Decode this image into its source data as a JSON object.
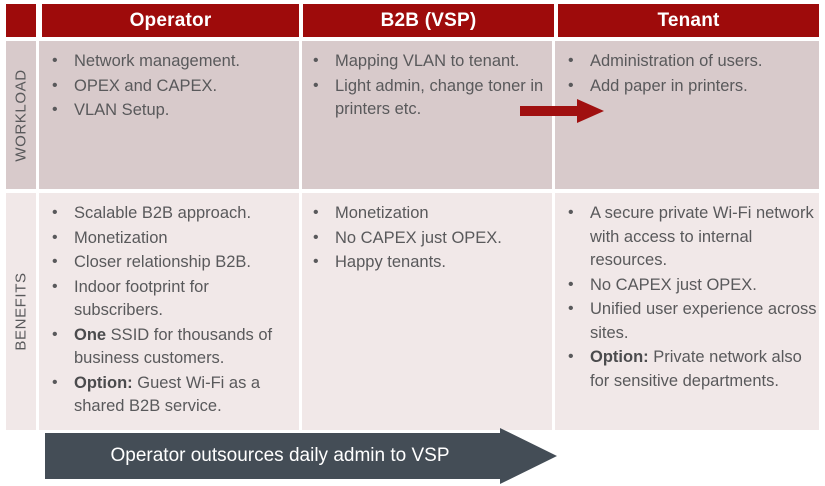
{
  "header": {
    "corner_label": "",
    "columns": [
      {
        "label": "Operator"
      },
      {
        "label": "B2B (VSP)"
      },
      {
        "label": "Tenant"
      }
    ]
  },
  "rows": [
    {
      "side_label": "WORKLOAD",
      "cells": [
        {
          "column": "Operator",
          "bullets": [
            {
              "text": "Network management."
            },
            {
              "text": "OPEX and CAPEX."
            },
            {
              "text": "VLAN Setup."
            }
          ]
        },
        {
          "column": "B2B (VSP)",
          "bullets": [
            {
              "text": "Mapping VLAN to tenant."
            },
            {
              "text": "Light admin, change toner in printers etc."
            }
          ]
        },
        {
          "column": "Tenant",
          "bullets": [
            {
              "text": "Administration of users."
            },
            {
              "text": "Add paper in printers."
            }
          ]
        }
      ]
    },
    {
      "side_label": "BENEFITS",
      "cells": [
        {
          "column": "Operator",
          "bullets": [
            {
              "text": "Scalable B2B approach."
            },
            {
              "text": "Monetization"
            },
            {
              "text": "Closer relationship B2B."
            },
            {
              "text": "Indoor footprint for subscribers."
            },
            {
              "bold": "One",
              "text": " SSID for thousands of business customers."
            },
            {
              "bold": "Option:",
              "text": " Guest Wi-Fi as a shared B2B service."
            }
          ]
        },
        {
          "column": "B2B (VSP)",
          "bullets": [
            {
              "text": "Monetization"
            },
            {
              "text": "No CAPEX just OPEX."
            },
            {
              "text": "Happy tenants."
            }
          ]
        },
        {
          "column": "Tenant",
          "bullets": [
            {
              "text": "A secure private Wi-Fi network with access to internal resources."
            },
            {
              "text": "No CAPEX just OPEX."
            },
            {
              "text": "Unified user experience across sites."
            },
            {
              "bold": "Option:",
              "text": " Private network also for sensitive departments."
            }
          ]
        }
      ]
    }
  ],
  "annotations": {
    "flow_arrow_label": "",
    "banner": {
      "label": "Operator outsources daily admin to VSP"
    }
  },
  "colors": {
    "header_red": "#9e0b0b",
    "arrow_red": "#a01010",
    "workload_bg": "#d8cacb",
    "benefits_bg": "#f1e8e8",
    "banner_grey": "#444d56",
    "text_grey": "#59595b",
    "separator": "#ffffff"
  }
}
